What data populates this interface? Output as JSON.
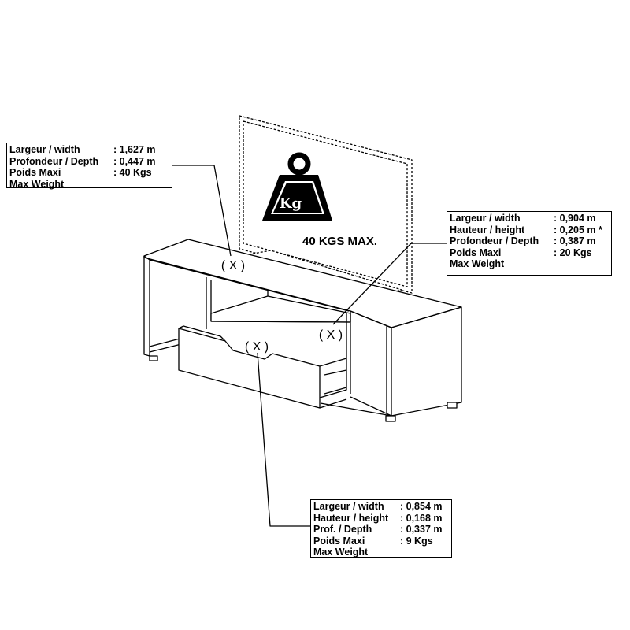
{
  "max_label": "40 KGS MAX.",
  "weight_icon_label": "Kg",
  "marker": "( X )",
  "boxes": {
    "top": {
      "rows": [
        {
          "k": "Largeur / width",
          "v": ": 1,627 m"
        },
        {
          "k": "Profondeur / Depth",
          "v": ": 0,447 m"
        },
        {
          "k": "Poids Maxi",
          "v": ": 40 Kgs"
        },
        {
          "k": "Max Weight",
          "v": ""
        }
      ]
    },
    "right": {
      "rows": [
        {
          "k": "Largeur / width",
          "v": ": 0,904 m"
        },
        {
          "k": "Hauteur / height",
          "v": ": 0,205 m *"
        },
        {
          "k": "Profondeur / Depth",
          "v": ": 0,387 m"
        },
        {
          "k": "Poids Maxi",
          "v": ": 20 Kgs"
        },
        {
          "k": "Max Weight",
          "v": ""
        }
      ]
    },
    "bottom": {
      "rows": [
        {
          "k": "Largeur / width",
          "v": ": 0,854 m"
        },
        {
          "k": "Hauteur / height",
          "v": ": 0,168 m"
        },
        {
          "k": "Prof. / Depth",
          "v": ": 0,337 m"
        },
        {
          "k": "Poids Maxi",
          "v": ": 9 Kgs"
        },
        {
          "k": "Max Weight",
          "v": ""
        }
      ]
    }
  }
}
